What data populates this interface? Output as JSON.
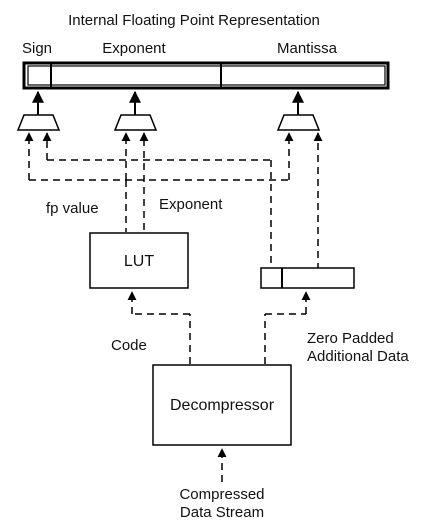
{
  "title": "Internal Floating Point Representation",
  "register": {
    "sign_label": "Sign",
    "exponent_label": "Exponent",
    "mantissa_label": "Mantissa"
  },
  "signal_labels": {
    "fp_value": "fp value",
    "exponent": "Exponent",
    "code": "Code",
    "zero_padded_line1": "Zero Padded",
    "zero_padded_line2": "Additional Data"
  },
  "blocks": {
    "lut": "LUT",
    "decompressor": "Decompressor"
  },
  "input_label": {
    "line1": "Compressed",
    "line2": "Data Stream"
  }
}
